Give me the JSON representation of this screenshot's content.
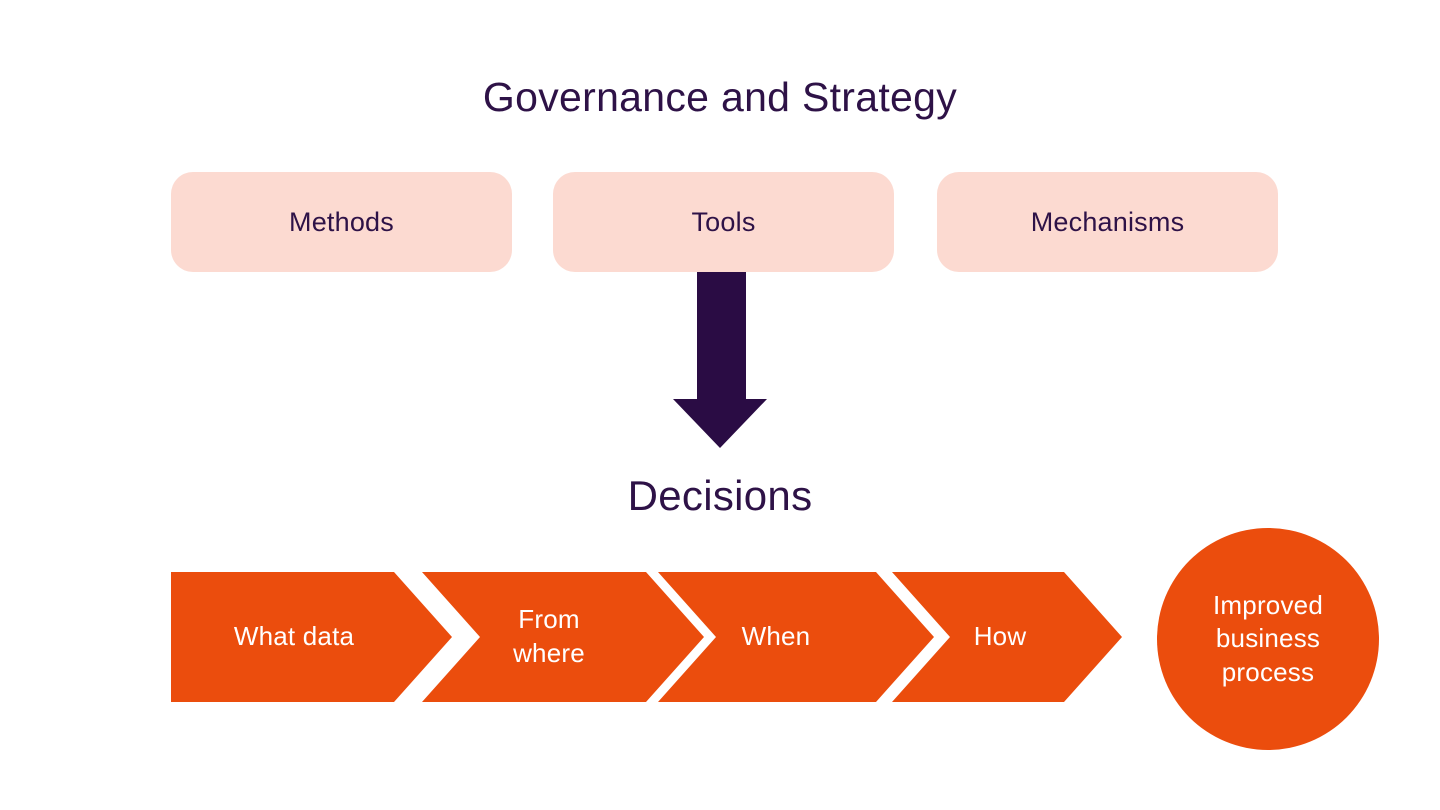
{
  "title": "Governance and Strategy",
  "pillars": [
    {
      "label": "Methods"
    },
    {
      "label": "Tools"
    },
    {
      "label": "Mechanisms"
    }
  ],
  "decisions": {
    "heading": "Decisions",
    "steps": [
      {
        "label": "What data"
      },
      {
        "label": "From where"
      },
      {
        "label": "When"
      },
      {
        "label": "How"
      }
    ],
    "outcome": "Improved business process"
  },
  "colors": {
    "background": "#ffffff",
    "text_purple": "#2e1247",
    "arrow_purple": "#2a0c44",
    "pillar_pink": "#fcdad1",
    "accent_orange": "#eb4d0d",
    "step_text": "#ffffff"
  }
}
